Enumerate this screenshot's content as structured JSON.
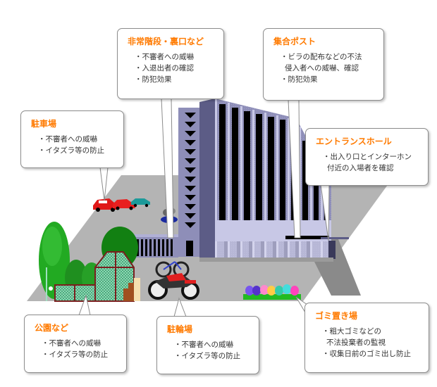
{
  "colors": {
    "heading": "#ff7a00",
    "body_text": "#333333",
    "callout_border": "#8c8c8c",
    "ground": "#b4b4b4",
    "building_face": "#8e8eb8",
    "building_light": "#c8c8e6",
    "building_dark": "#5c5c86",
    "window": "#000000"
  },
  "callouts": {
    "emergency_stairs": {
      "title": "非常階段・裏口など",
      "lines": [
        "・不審者への威嚇",
        "・入退出者の確認",
        "・防犯効果"
      ]
    },
    "mailboxes": {
      "title": "集合ポスト",
      "lines": [
        "・ビラの配布などの不法",
        "侵入者への威嚇、確認",
        "・防犯効果"
      ]
    },
    "parking": {
      "title": "駐車場",
      "lines": [
        "・不審者への威嚇",
        "・イタズラ等の防止"
      ]
    },
    "entrance_hall": {
      "title": "エントランスホール",
      "lines": [
        "・出入り口とインターホン",
        "付近の入場者を確認"
      ]
    },
    "park": {
      "title": "公園など",
      "lines": [
        "・不審者への威嚇",
        "・イタズラ等の防止"
      ]
    },
    "bicycle_parking": {
      "title": "駐輪場",
      "lines": [
        "・不審者への威嚇",
        "・イタズラ等の防止"
      ]
    },
    "garbage_area": {
      "title": "ゴミ置き場",
      "lines": [
        "・粗大ゴミなどの",
        "不法投棄者の監視",
        "・収集日前のゴミ出し防止"
      ]
    }
  }
}
